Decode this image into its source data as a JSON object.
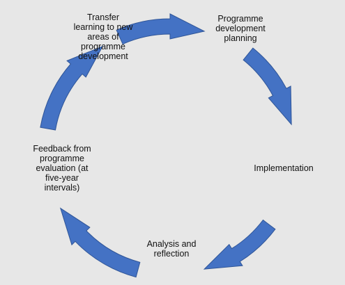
{
  "colors": {
    "background": "#e7e7e7",
    "arrow_fill": "#4472c4",
    "arrow_stroke": "#2f5597",
    "text": "#111111"
  },
  "diagram": {
    "type": "cycle",
    "direction": "clockwise",
    "nodes": [
      {
        "id": "planning",
        "label": "Programme\ndevelopment\nplanning"
      },
      {
        "id": "implementation",
        "label": "Implementation"
      },
      {
        "id": "analysis",
        "label": "Analysis and\nreflection"
      },
      {
        "id": "feedback",
        "label": "Feedback from\nprogramme\nevaluation (at\nfive-year\nintervals)"
      },
      {
        "id": "transfer",
        "label": "Transfer\nlearning to new\nareas of\nprogramme\ndevelopment"
      }
    ],
    "edges": [
      {
        "from": "transfer",
        "to": "planning"
      },
      {
        "from": "planning",
        "to": "implementation"
      },
      {
        "from": "implementation",
        "to": "analysis"
      },
      {
        "from": "analysis",
        "to": "feedback"
      },
      {
        "from": "feedback",
        "to": "transfer"
      }
    ]
  }
}
